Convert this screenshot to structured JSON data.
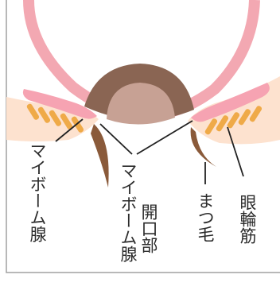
{
  "labels": {
    "meibomian_gland": "マイボーム腺",
    "meibomian_opening_line1": "マイボーム腺",
    "meibomian_opening_line2": "開口部",
    "eyelash": "まつ毛",
    "orbicularis": "眼輪筋"
  },
  "colors": {
    "background": "#ffffff",
    "eyeball_outline": "#f3a8b2",
    "eyelid_skin": "#fde2cf",
    "eyelid_pink": "#f6a3b2",
    "gland_bars": "#efaa48",
    "iris": "#8a6553",
    "pupil": "#c7a194",
    "eyelash": "#8a5a3a",
    "frame_line": "#a0a0a0",
    "leader_line": "#222222"
  }
}
